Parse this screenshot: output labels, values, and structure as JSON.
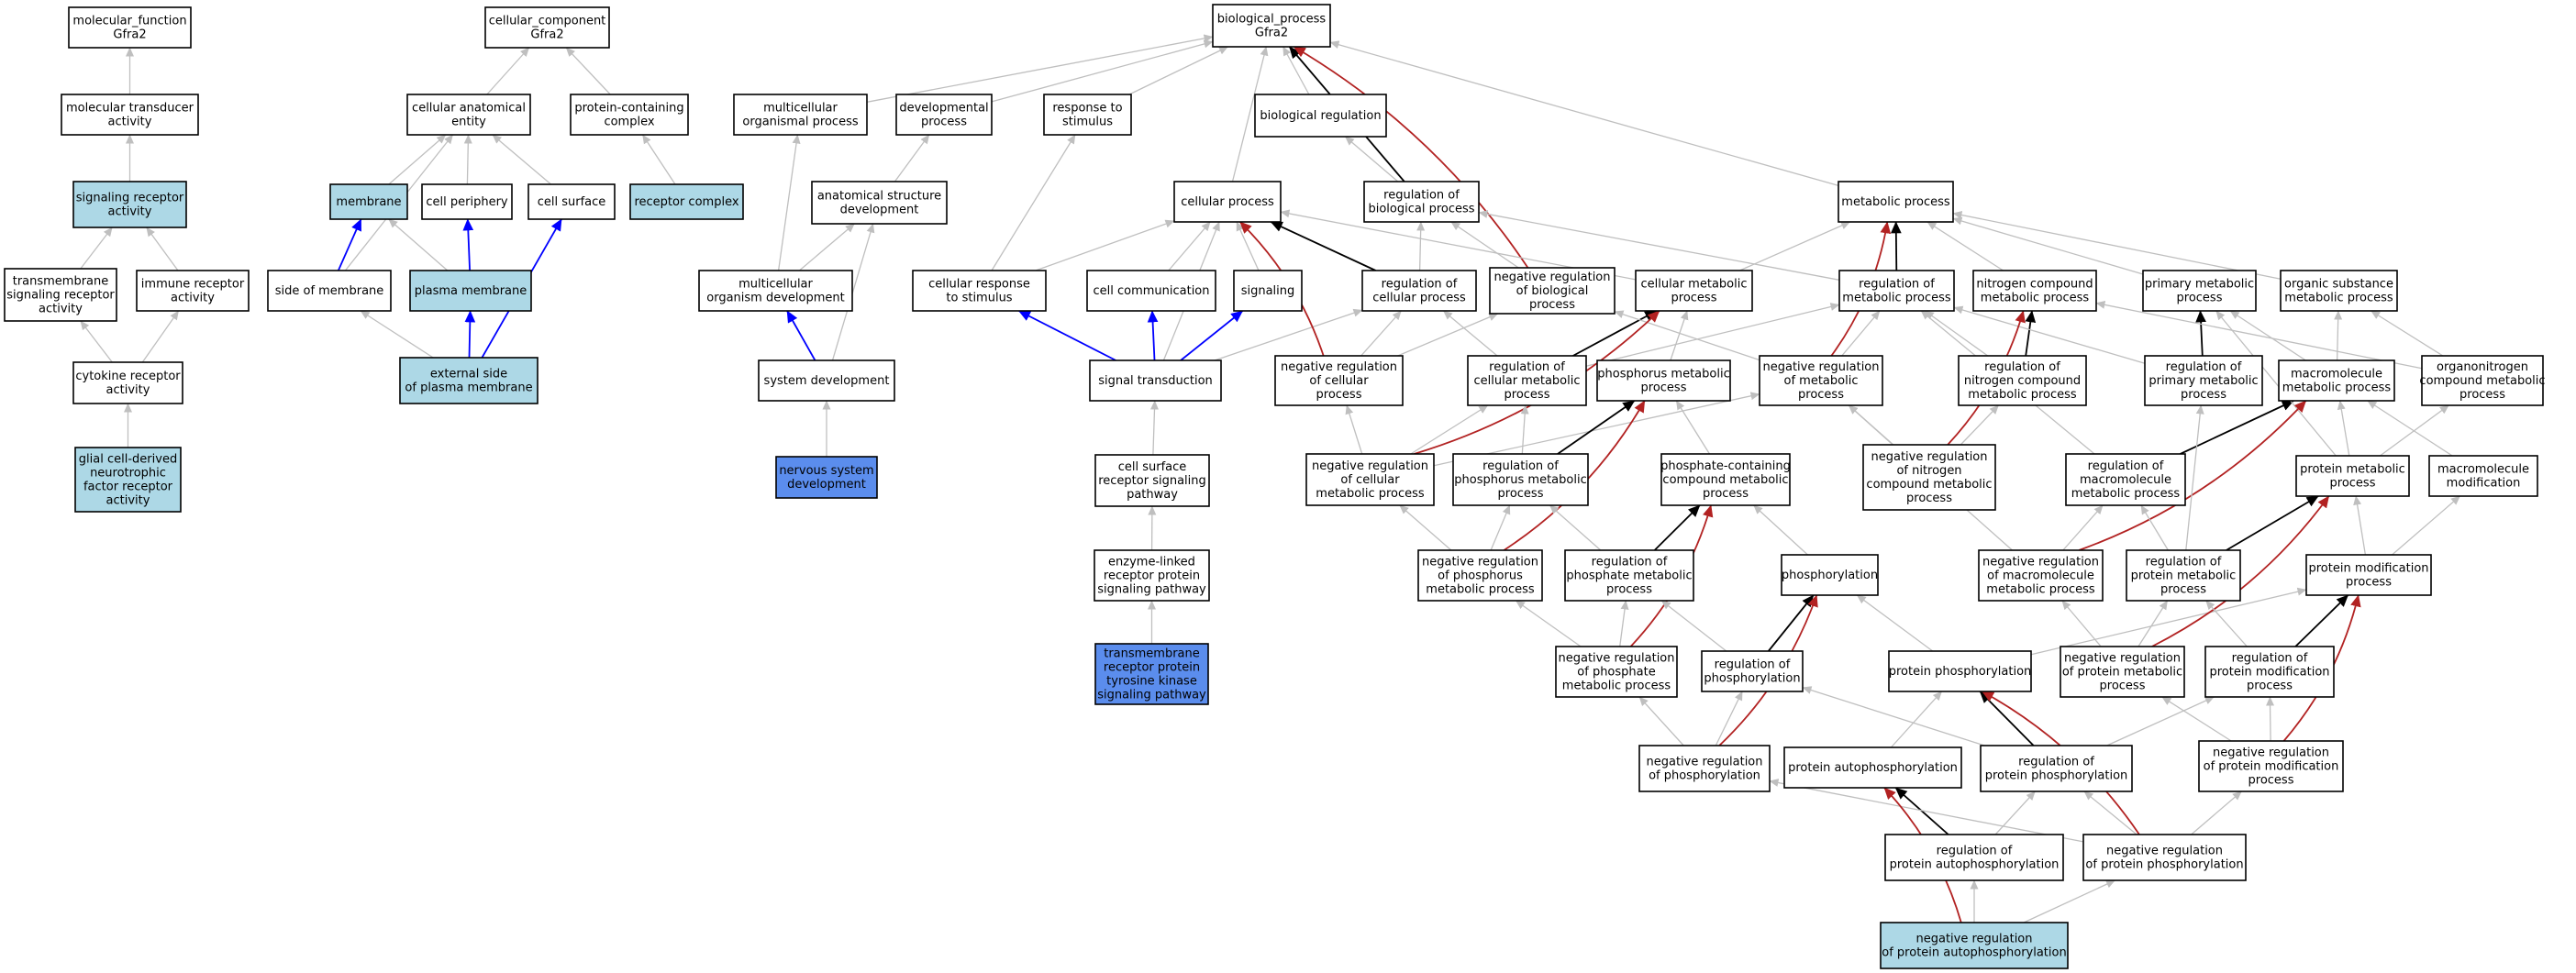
{
  "colors": {
    "plain": "#ffffff",
    "light": "#add8e6",
    "dark": "#5b8ded",
    "edge_gray": "#bfbfbf",
    "edge_black": "#000000",
    "edge_blue": "#0000ff",
    "edge_red": "#b22222",
    "border": "#000000"
  },
  "nodes": [
    {
      "id": "mf",
      "lines": [
        "molecular_function",
        "Gfra2"
      ],
      "fill": "plain"
    },
    {
      "id": "mta",
      "lines": [
        "molecular transducer",
        "activity"
      ],
      "fill": "plain"
    },
    {
      "id": "sra",
      "lines": [
        "signaling receptor",
        "activity"
      ],
      "fill": "light"
    },
    {
      "id": "tsra",
      "lines": [
        "transmembrane",
        "signaling receptor",
        "activity"
      ],
      "fill": "plain"
    },
    {
      "id": "ira",
      "lines": [
        "immune receptor",
        "activity"
      ],
      "fill": "plain"
    },
    {
      "id": "cra",
      "lines": [
        "cytokine receptor",
        "activity"
      ],
      "fill": "plain"
    },
    {
      "id": "gdnf",
      "lines": [
        "glial cell-derived",
        "neurotrophic",
        "factor receptor",
        "activity"
      ],
      "fill": "light"
    },
    {
      "id": "cc",
      "lines": [
        "cellular_component",
        "Gfra2"
      ],
      "fill": "plain"
    },
    {
      "id": "cae",
      "lines": [
        "cellular anatomical",
        "entity"
      ],
      "fill": "plain"
    },
    {
      "id": "pcc",
      "lines": [
        "protein-containing",
        "complex"
      ],
      "fill": "plain"
    },
    {
      "id": "mem",
      "lines": [
        "membrane"
      ],
      "fill": "light"
    },
    {
      "id": "cper",
      "lines": [
        "cell periphery"
      ],
      "fill": "plain"
    },
    {
      "id": "csurf",
      "lines": [
        "cell surface"
      ],
      "fill": "plain"
    },
    {
      "id": "rcx",
      "lines": [
        "receptor complex"
      ],
      "fill": "light"
    },
    {
      "id": "som",
      "lines": [
        "side of membrane"
      ],
      "fill": "plain"
    },
    {
      "id": "pmem",
      "lines": [
        "plasma membrane"
      ],
      "fill": "light"
    },
    {
      "id": "espm",
      "lines": [
        "external side",
        "of plasma membrane"
      ],
      "fill": "light"
    },
    {
      "id": "bp",
      "lines": [
        "biological_process",
        "Gfra2"
      ],
      "fill": "plain"
    },
    {
      "id": "mop",
      "lines": [
        "multicellular",
        "organismal process"
      ],
      "fill": "plain"
    },
    {
      "id": "devp",
      "lines": [
        "developmental",
        "process"
      ],
      "fill": "plain"
    },
    {
      "id": "rts",
      "lines": [
        "response to",
        "stimulus"
      ],
      "fill": "plain"
    },
    {
      "id": "breg",
      "lines": [
        "biological regulation"
      ],
      "fill": "plain"
    },
    {
      "id": "asd",
      "lines": [
        "anatomical structure",
        "development"
      ],
      "fill": "plain"
    },
    {
      "id": "cp",
      "lines": [
        "cellular process"
      ],
      "fill": "plain"
    },
    {
      "id": "rbp",
      "lines": [
        "regulation of",
        "biological process"
      ],
      "fill": "plain"
    },
    {
      "id": "mp",
      "lines": [
        "metabolic process"
      ],
      "fill": "plain"
    },
    {
      "id": "mod",
      "lines": [
        "multicellular",
        "organism development"
      ],
      "fill": "plain"
    },
    {
      "id": "crs",
      "lines": [
        "cellular response",
        "to stimulus"
      ],
      "fill": "plain"
    },
    {
      "id": "ccom",
      "lines": [
        "cell communication"
      ],
      "fill": "plain"
    },
    {
      "id": "sig",
      "lines": [
        "signaling"
      ],
      "fill": "plain"
    },
    {
      "id": "rcp",
      "lines": [
        "regulation of",
        "cellular process"
      ],
      "fill": "plain"
    },
    {
      "id": "nrbp",
      "lines": [
        "negative regulation",
        "of biological",
        "process"
      ],
      "fill": "plain"
    },
    {
      "id": "cmp",
      "lines": [
        "cellular metabolic",
        "process"
      ],
      "fill": "plain"
    },
    {
      "id": "rmp",
      "lines": [
        "regulation of",
        "metabolic process"
      ],
      "fill": "plain"
    },
    {
      "id": "ncmp",
      "lines": [
        "nitrogen compound",
        "metabolic process"
      ],
      "fill": "plain"
    },
    {
      "id": "pmp",
      "lines": [
        "primary metabolic",
        "process"
      ],
      "fill": "plain"
    },
    {
      "id": "osmp",
      "lines": [
        "organic substance",
        "metabolic process"
      ],
      "fill": "plain"
    },
    {
      "id": "sd",
      "lines": [
        "system development"
      ],
      "fill": "plain"
    },
    {
      "id": "st",
      "lines": [
        "signal transduction"
      ],
      "fill": "plain"
    },
    {
      "id": "nrcp",
      "lines": [
        "negative regulation",
        "of cellular",
        "process"
      ],
      "fill": "plain"
    },
    {
      "id": "rcmp",
      "lines": [
        "regulation of",
        "cellular metabolic",
        "process"
      ],
      "fill": "plain"
    },
    {
      "id": "phmp",
      "lines": [
        "phosphorus metabolic",
        "process"
      ],
      "fill": "plain"
    },
    {
      "id": "nrmp",
      "lines": [
        "negative regulation",
        "of metabolic",
        "process"
      ],
      "fill": "plain"
    },
    {
      "id": "rncmp",
      "lines": [
        "regulation of",
        "nitrogen compound",
        "metabolic process"
      ],
      "fill": "plain"
    },
    {
      "id": "rpmp",
      "lines": [
        "regulation of",
        "primary metabolic",
        "process"
      ],
      "fill": "plain"
    },
    {
      "id": "mmp",
      "lines": [
        "macromolecule",
        "metabolic process"
      ],
      "fill": "plain"
    },
    {
      "id": "oncmp",
      "lines": [
        "organonitrogen",
        "compound metabolic",
        "process"
      ],
      "fill": "plain"
    },
    {
      "id": "nsd",
      "lines": [
        "nervous system",
        "development"
      ],
      "fill": "dark"
    },
    {
      "id": "csrsp",
      "lines": [
        "cell surface",
        "receptor signaling",
        "pathway"
      ],
      "fill": "plain"
    },
    {
      "id": "nrcmp",
      "lines": [
        "negative regulation",
        "of cellular",
        "metabolic process"
      ],
      "fill": "plain"
    },
    {
      "id": "rphmp",
      "lines": [
        "regulation of",
        "phosphorus metabolic",
        "process"
      ],
      "fill": "plain"
    },
    {
      "id": "pccmp",
      "lines": [
        "phosphate-containing",
        "compound metabolic",
        "process"
      ],
      "fill": "plain"
    },
    {
      "id": "nrncmp",
      "lines": [
        "negative regulation",
        "of nitrogen",
        "compound metabolic",
        "process"
      ],
      "fill": "plain"
    },
    {
      "id": "rmmp",
      "lines": [
        "regulation of",
        "macromolecule",
        "metabolic process"
      ],
      "fill": "plain"
    },
    {
      "id": "prmp",
      "lines": [
        "protein metabolic",
        "process"
      ],
      "fill": "plain"
    },
    {
      "id": "mmmod",
      "lines": [
        "macromolecule",
        "modification"
      ],
      "fill": "plain"
    },
    {
      "id": "elrsp",
      "lines": [
        "enzyme-linked",
        "receptor protein",
        "signaling pathway"
      ],
      "fill": "plain"
    },
    {
      "id": "nrphmp",
      "lines": [
        "negative regulation",
        "of phosphorus",
        "metabolic process"
      ],
      "fill": "plain"
    },
    {
      "id": "rphtmp",
      "lines": [
        "regulation of",
        "phosphate metabolic",
        "process"
      ],
      "fill": "plain"
    },
    {
      "id": "phos",
      "lines": [
        "phosphorylation"
      ],
      "fill": "plain"
    },
    {
      "id": "nrmmp",
      "lines": [
        "negative regulation",
        "of macromolecule",
        "metabolic process"
      ],
      "fill": "plain"
    },
    {
      "id": "rprmp",
      "lines": [
        "regulation of",
        "protein metabolic",
        "process"
      ],
      "fill": "plain"
    },
    {
      "id": "pmodp",
      "lines": [
        "protein modification",
        "process"
      ],
      "fill": "plain"
    },
    {
      "id": "trptk",
      "lines": [
        "transmembrane",
        "receptor protein",
        "tyrosine kinase",
        "signaling pathway"
      ],
      "fill": "dark"
    },
    {
      "id": "nrphtmp",
      "lines": [
        "negative regulation",
        "of phosphate",
        "metabolic process"
      ],
      "fill": "plain"
    },
    {
      "id": "rphos",
      "lines": [
        "regulation of",
        "phosphorylation"
      ],
      "fill": "plain"
    },
    {
      "id": "pphos",
      "lines": [
        "protein phosphorylation"
      ],
      "fill": "plain"
    },
    {
      "id": "nrprmp",
      "lines": [
        "negative regulation",
        "of protein metabolic",
        "process"
      ],
      "fill": "plain"
    },
    {
      "id": "rpmodp",
      "lines": [
        "regulation of",
        "protein modification",
        "process"
      ],
      "fill": "plain"
    },
    {
      "id": "nrphos",
      "lines": [
        "negative regulation",
        "of phosphorylation"
      ],
      "fill": "plain"
    },
    {
      "id": "paphos",
      "lines": [
        "protein autophosphorylation"
      ],
      "fill": "plain"
    },
    {
      "id": "rpphos",
      "lines": [
        "regulation of",
        "protein phosphorylation"
      ],
      "fill": "plain"
    },
    {
      "id": "nrpmodp",
      "lines": [
        "negative regulation",
        "of protein modification",
        "process"
      ],
      "fill": "plain"
    },
    {
      "id": "rpaphos",
      "lines": [
        "regulation of",
        "protein autophosphorylation"
      ],
      "fill": "plain"
    },
    {
      "id": "nrpphos",
      "lines": [
        "negative regulation",
        "of protein phosphorylation"
      ],
      "fill": "plain"
    },
    {
      "id": "nrpaphos",
      "lines": [
        "negative regulation",
        "of protein autophosphorylation"
      ],
      "fill": "light"
    }
  ],
  "edges": [
    [
      "mta",
      "mf",
      "gray"
    ],
    [
      "sra",
      "mta",
      "gray"
    ],
    [
      "tsra",
      "sra",
      "gray"
    ],
    [
      "ira",
      "sra",
      "gray"
    ],
    [
      "cra",
      "tsra",
      "gray"
    ],
    [
      "cra",
      "ira",
      "gray"
    ],
    [
      "gdnf",
      "cra",
      "gray"
    ],
    [
      "cae",
      "cc",
      "gray"
    ],
    [
      "pcc",
      "cc",
      "gray"
    ],
    [
      "mem",
      "cae",
      "gray"
    ],
    [
      "cper",
      "cae",
      "gray"
    ],
    [
      "csurf",
      "cae",
      "gray"
    ],
    [
      "rcx",
      "pcc",
      "gray"
    ],
    [
      "som",
      "cae",
      "gray"
    ],
    [
      "som",
      "mem",
      "blue"
    ],
    [
      "pmem",
      "mem",
      "gray"
    ],
    [
      "pmem",
      "cper",
      "blue"
    ],
    [
      "espm",
      "som",
      "gray"
    ],
    [
      "espm",
      "pmem",
      "blue"
    ],
    [
      "espm",
      "csurf",
      "blue"
    ],
    [
      "mop",
      "bp",
      "gray"
    ],
    [
      "devp",
      "bp",
      "gray"
    ],
    [
      "rts",
      "bp",
      "gray"
    ],
    [
      "breg",
      "bp",
      "gray"
    ],
    [
      "cp",
      "bp",
      "gray"
    ],
    [
      "rbp",
      "bp",
      "black"
    ],
    [
      "rbp",
      "breg",
      "gray"
    ],
    [
      "mp",
      "bp",
      "gray"
    ],
    [
      "asd",
      "devp",
      "gray"
    ],
    [
      "mod",
      "mop",
      "gray"
    ],
    [
      "mod",
      "asd",
      "gray"
    ],
    [
      "sd",
      "asd",
      "gray"
    ],
    [
      "sd",
      "mod",
      "blue"
    ],
    [
      "nsd",
      "sd",
      "gray"
    ],
    [
      "crs",
      "rts",
      "gray"
    ],
    [
      "crs",
      "cp",
      "gray"
    ],
    [
      "ccom",
      "cp",
      "gray"
    ],
    [
      "sig",
      "cp",
      "gray"
    ],
    [
      "rcp",
      "cp",
      "black"
    ],
    [
      "rcp",
      "rbp",
      "gray"
    ],
    [
      "nrbp",
      "rbp",
      "gray"
    ],
    [
      "nrbp",
      "bp",
      "red"
    ],
    [
      "st",
      "crs",
      "blue"
    ],
    [
      "st",
      "ccom",
      "blue"
    ],
    [
      "st",
      "sig",
      "blue"
    ],
    [
      "st",
      "cp",
      "gray"
    ],
    [
      "st",
      "rcp",
      "gray"
    ],
    [
      "csrsp",
      "st",
      "gray"
    ],
    [
      "elrsp",
      "csrsp",
      "gray"
    ],
    [
      "trptk",
      "elrsp",
      "gray"
    ],
    [
      "cmp",
      "cp",
      "gray"
    ],
    [
      "cmp",
      "mp",
      "gray"
    ],
    [
      "rmp",
      "mp",
      "black"
    ],
    [
      "rmp",
      "rbp",
      "gray"
    ],
    [
      "ncmp",
      "mp",
      "gray"
    ],
    [
      "pmp",
      "mp",
      "gray"
    ],
    [
      "osmp",
      "mp",
      "gray"
    ],
    [
      "nrcp",
      "rcp",
      "gray"
    ],
    [
      "nrcp",
      "nrbp",
      "gray"
    ],
    [
      "nrcp",
      "cp",
      "red"
    ],
    [
      "rcmp",
      "cmp",
      "black"
    ],
    [
      "rcmp",
      "rcp",
      "gray"
    ],
    [
      "rcmp",
      "rmp",
      "gray"
    ],
    [
      "phmp",
      "cmp",
      "gray"
    ],
    [
      "nrmp",
      "rmp",
      "gray"
    ],
    [
      "nrmp",
      "nrbp",
      "gray"
    ],
    [
      "nrmp",
      "mp",
      "red"
    ],
    [
      "rncmp",
      "ncmp",
      "black"
    ],
    [
      "rncmp",
      "rmp",
      "gray"
    ],
    [
      "rpmp",
      "pmp",
      "black"
    ],
    [
      "rpmp",
      "rmp",
      "gray"
    ],
    [
      "mmp",
      "pmp",
      "gray"
    ],
    [
      "mmp",
      "osmp",
      "gray"
    ],
    [
      "oncmp",
      "ncmp",
      "gray"
    ],
    [
      "oncmp",
      "osmp",
      "gray"
    ],
    [
      "nrcmp",
      "rcmp",
      "gray"
    ],
    [
      "nrcmp",
      "nrcp",
      "gray"
    ],
    [
      "nrcmp",
      "nrmp",
      "gray"
    ],
    [
      "nrcmp",
      "cmp",
      "red"
    ],
    [
      "rphmp",
      "phmp",
      "black"
    ],
    [
      "rphmp",
      "rcmp",
      "gray"
    ],
    [
      "pccmp",
      "phmp",
      "gray"
    ],
    [
      "nrncmp",
      "rncmp",
      "gray"
    ],
    [
      "nrncmp",
      "nrmp",
      "gray"
    ],
    [
      "nrncmp",
      "ncmp",
      "red"
    ],
    [
      "rmmp",
      "mmp",
      "black"
    ],
    [
      "rmmp",
      "rmp",
      "gray"
    ],
    [
      "prmp",
      "mmp",
      "gray"
    ],
    [
      "prmp",
      "oncmp",
      "gray"
    ],
    [
      "prmp",
      "pmp",
      "gray"
    ],
    [
      "mmmod",
      "mmp",
      "gray"
    ],
    [
      "nrphmp",
      "rphmp",
      "gray"
    ],
    [
      "nrphmp",
      "nrcmp",
      "gray"
    ],
    [
      "nrphmp",
      "phmp",
      "red"
    ],
    [
      "rphtmp",
      "pccmp",
      "black"
    ],
    [
      "rphtmp",
      "rphmp",
      "gray"
    ],
    [
      "phos",
      "pccmp",
      "gray"
    ],
    [
      "nrmmp",
      "rmmp",
      "gray"
    ],
    [
      "nrmmp",
      "nrmp",
      "gray"
    ],
    [
      "nrmmp",
      "mmp",
      "red"
    ],
    [
      "rprmp",
      "prmp",
      "black"
    ],
    [
      "rprmp",
      "rmmp",
      "gray"
    ],
    [
      "rprmp",
      "rpmp",
      "gray"
    ],
    [
      "pmodp",
      "prmp",
      "gray"
    ],
    [
      "pmodp",
      "mmmod",
      "gray"
    ],
    [
      "nrphtmp",
      "rphtmp",
      "gray"
    ],
    [
      "nrphtmp",
      "nrphmp",
      "gray"
    ],
    [
      "nrphtmp",
      "pccmp",
      "red"
    ],
    [
      "rphos",
      "phos",
      "black"
    ],
    [
      "rphos",
      "rphtmp",
      "gray"
    ],
    [
      "pphos",
      "phos",
      "gray"
    ],
    [
      "pphos",
      "pmodp",
      "gray"
    ],
    [
      "nrprmp",
      "rprmp",
      "gray"
    ],
    [
      "nrprmp",
      "nrmmp",
      "gray"
    ],
    [
      "nrprmp",
      "prmp",
      "red"
    ],
    [
      "rpmodp",
      "pmodp",
      "black"
    ],
    [
      "rpmodp",
      "rprmp",
      "gray"
    ],
    [
      "nrphos",
      "rphos",
      "gray"
    ],
    [
      "nrphos",
      "nrphtmp",
      "gray"
    ],
    [
      "nrphos",
      "phos",
      "red"
    ],
    [
      "paphos",
      "pphos",
      "gray"
    ],
    [
      "rpphos",
      "pphos",
      "black"
    ],
    [
      "rpphos",
      "rphos",
      "gray"
    ],
    [
      "rpphos",
      "rpmodp",
      "gray"
    ],
    [
      "nrpmodp",
      "rpmodp",
      "gray"
    ],
    [
      "nrpmodp",
      "nrprmp",
      "gray"
    ],
    [
      "nrpmodp",
      "pmodp",
      "red"
    ],
    [
      "rpaphos",
      "paphos",
      "black"
    ],
    [
      "rpaphos",
      "rpphos",
      "gray"
    ],
    [
      "nrpphos",
      "rpphos",
      "gray"
    ],
    [
      "nrpphos",
      "nrphos",
      "gray"
    ],
    [
      "nrpphos",
      "nrpmodp",
      "gray"
    ],
    [
      "nrpphos",
      "pphos",
      "red"
    ],
    [
      "nrpaphos",
      "rpaphos",
      "gray"
    ],
    [
      "nrpaphos",
      "nrpphos",
      "gray"
    ],
    [
      "nrpaphos",
      "paphos",
      "red"
    ]
  ]
}
